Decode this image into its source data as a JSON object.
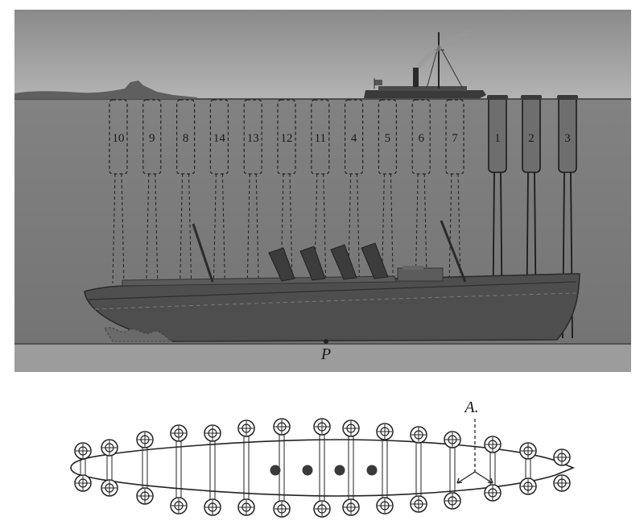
{
  "diagram": {
    "elevation": {
      "pontoon_labels_hidden": [
        "10",
        "9",
        "8",
        "14",
        "13",
        "12",
        "11",
        "4",
        "5",
        "6",
        "7"
      ],
      "pontoon_labels_shown": [
        "1",
        "2",
        "3"
      ],
      "point_label": "P"
    },
    "plan": {
      "marker_label": "A."
    }
  }
}
